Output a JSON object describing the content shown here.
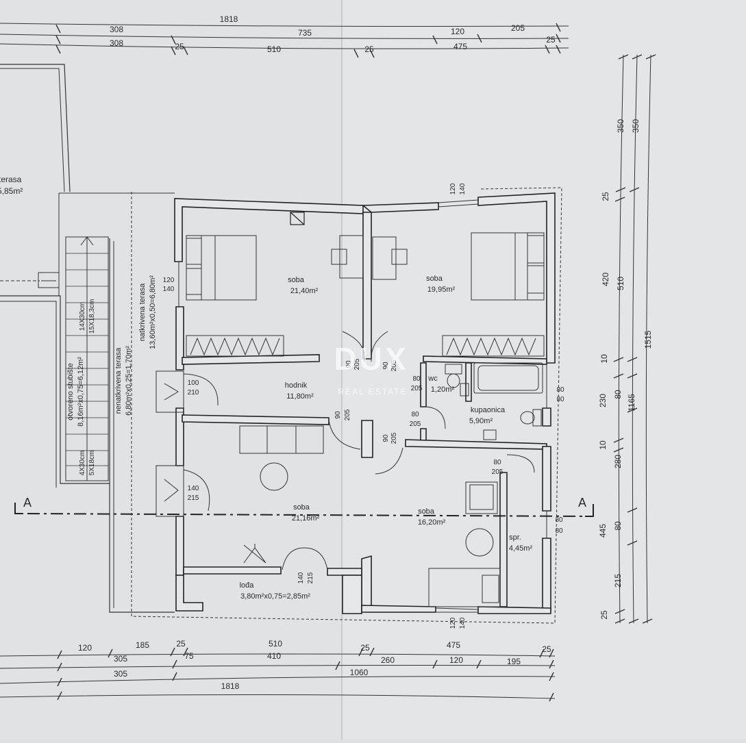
{
  "dims_top": {
    "overall": "1818",
    "row2": [
      "308",
      "735",
      "120",
      "205"
    ],
    "row3": [
      "308",
      "25",
      "510",
      "25",
      "475",
      "25"
    ]
  },
  "dims_bottom": {
    "row1": [
      "120",
      "185",
      "25",
      "510",
      "25",
      "475",
      "25"
    ],
    "row2": [
      "305",
      "75",
      "410",
      "260",
      "120",
      "195"
    ],
    "row3": [
      "305",
      "1060"
    ],
    "overall": "1818"
  },
  "dims_right": {
    "col1": [
      "350",
      "25",
      "420",
      "10",
      "230",
      "10",
      "445",
      "25"
    ],
    "col2": [
      "350",
      "510",
      "80",
      "280",
      "80",
      "215"
    ],
    "col3": [
      "1165"
    ],
    "col4": [
      "1515"
    ]
  },
  "rooms": [
    {
      "name": "soba",
      "area": "21,40m²"
    },
    {
      "name": "soba",
      "area": "19,95m²"
    },
    {
      "name": "hodnik",
      "area": "11,80m²"
    },
    {
      "name": "wc",
      "area": "1,20m²"
    },
    {
      "name": "kupaonica",
      "area": "5,90m²"
    },
    {
      "name": "soba",
      "area": "21,16m²"
    },
    {
      "name": "soba",
      "area": "16,20m²"
    },
    {
      "name": "spr.",
      "area": "4,45m²"
    }
  ],
  "loggia": {
    "name": "lođa",
    "area": "3,80m²x0,75=2,85m²"
  },
  "terraces": {
    "top_left_name": "terasa",
    "top_left_area": "5,85m²",
    "covered_name": "natkrivena terasa",
    "covered_area": "13,60m²x0,50=6,80m²",
    "uncovered_name": "nenatkrivena terasa",
    "uncovered_area": "6,80m²x0,25=1,70m²",
    "stairs_name": "otvoreno stubište",
    "stairs_area": "8,16m²x0,75=6,12m²",
    "step1a": "14X30cm",
    "step1b": "15X18,3cm",
    "step2a": "4X30cm",
    "step2b": "5X18cm"
  },
  "openings": [
    {
      "w": "120",
      "h": "140"
    },
    {
      "w": "120",
      "h": "140"
    },
    {
      "w": "100",
      "h": "210"
    },
    {
      "w": "90",
      "h": "205"
    },
    {
      "w": "90",
      "h": "205"
    },
    {
      "w": "80",
      "h": "205"
    },
    {
      "w": "90",
      "h": "205"
    },
    {
      "w": "80",
      "h": "205"
    },
    {
      "w": "90",
      "h": "205"
    },
    {
      "w": "80",
      "h": "80"
    },
    {
      "w": "140",
      "h": "215"
    },
    {
      "w": "80",
      "h": "205"
    },
    {
      "w": "80",
      "h": "80"
    },
    {
      "w": "140",
      "h": "215"
    },
    {
      "w": "120",
      "h": "140"
    }
  ],
  "section_marks": [
    "A",
    "A"
  ],
  "watermark": {
    "brand": "DUX",
    "sub": "REAL ESTATE"
  }
}
